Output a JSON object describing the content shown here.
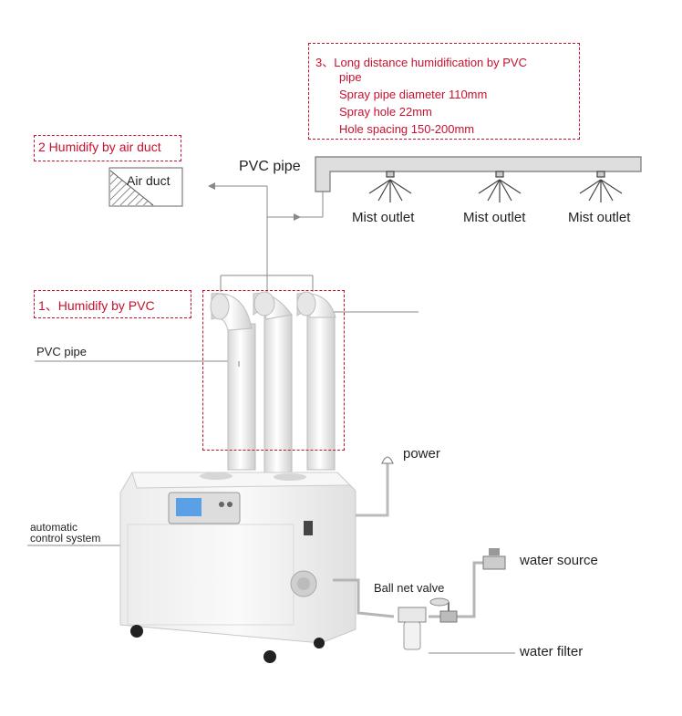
{
  "callouts": {
    "long_distance": {
      "lines": [
        "3、Long distance humidification by PVC",
        "pipe",
        "Spray pipe diameter 110mm",
        "Spray hole 22mm",
        "Hole spacing 150-200mm"
      ]
    },
    "air_duct_mode": "2 Humidify by air duct",
    "pvc_mode": "1、Humidify by PVC"
  },
  "labels": {
    "air_duct": "Air duct",
    "pvc_pipe_top": "PVC pipe",
    "pvc_pipe_left": "PVC pipe",
    "mist_outlets": [
      "Mist outlet",
      "Mist outlet",
      "Mist outlet"
    ],
    "power": "power",
    "automatic_control": [
      "automatic",
      "control system"
    ],
    "water_source": "water source",
    "ball_net_valve": "Ball net valve",
    "water_filter": "water filter"
  },
  "colors": {
    "accent_red": "#c8102e",
    "line_gray": "#888888",
    "pipe_fill": "#dcdcdc",
    "machine_white": "#f4f4f4"
  }
}
